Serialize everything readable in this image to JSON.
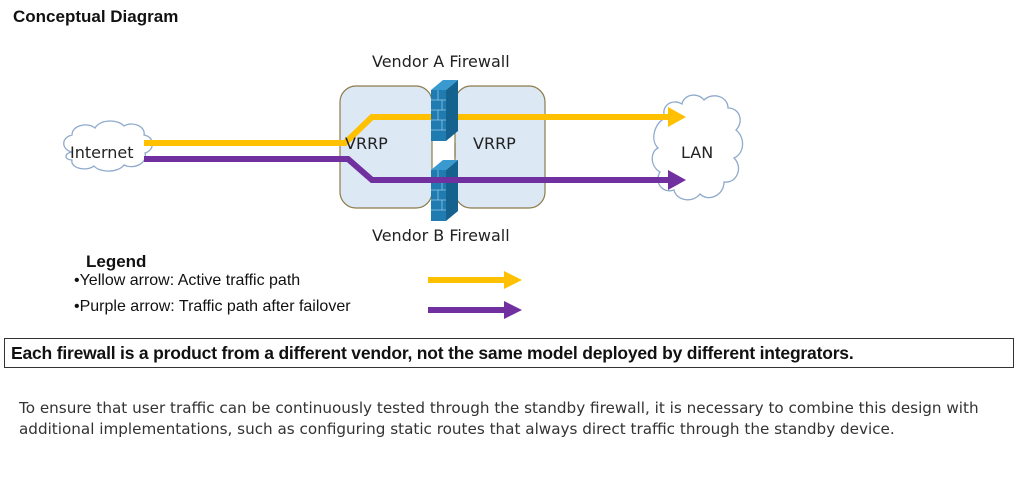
{
  "title": "Conceptual Diagram",
  "diagram": {
    "nodes": {
      "internet": "Internet",
      "lan": "LAN",
      "vrrp_left": "VRRP",
      "vrrp_right": "VRRP",
      "firewall_a": "Vendor A Firewall",
      "firewall_b": "Vendor B Firewall"
    },
    "colors": {
      "active_path": "#FFC000",
      "failover_path": "#7030A0",
      "vrrp_fill": "#DCE8F4",
      "vrrp_border": "#8C7B4A",
      "firewall": "#1F7BB0",
      "cloud_border": "#8EAACC"
    }
  },
  "legend": {
    "title": "Legend",
    "items": [
      {
        "label": "•Yellow arrow: Active traffic path",
        "color": "#FFC000"
      },
      {
        "label": "•Purple arrow: Traffic path after failover",
        "color": "#7030A0"
      }
    ]
  },
  "note": "Each firewall is a product from a different vendor, not the same model deployed by different integrators.",
  "paragraph": "To ensure that user traffic can be continuously tested through the standby firewall, it is necessary to combine this design with additional implementations, such as configuring static routes that always direct traffic through the standby device."
}
